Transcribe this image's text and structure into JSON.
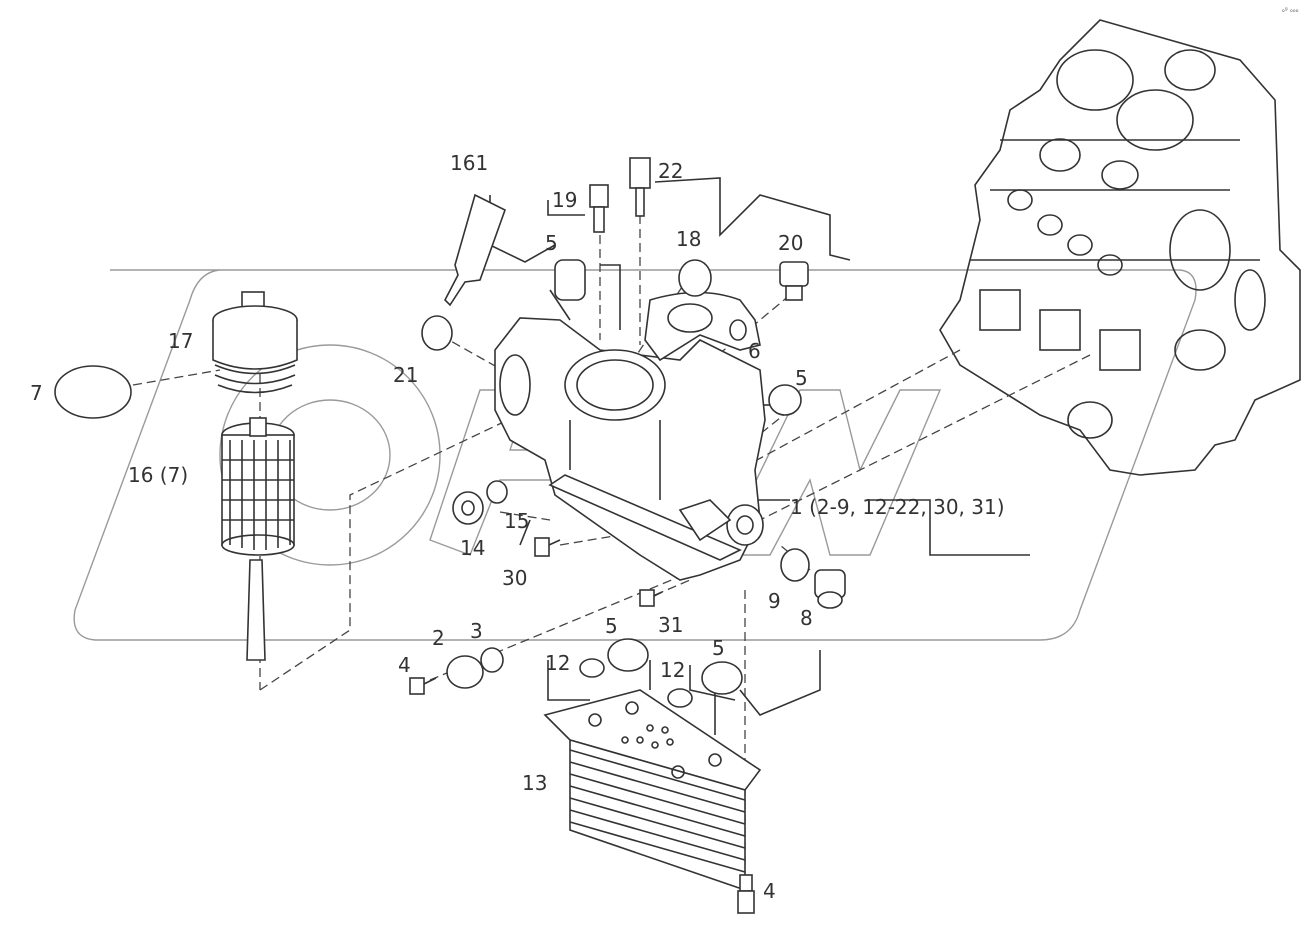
{
  "diagram": {
    "corner_mark": "ₒᵍ ₒₒₒ",
    "labels": {
      "l161": "161",
      "l22": "22",
      "l19": "19",
      "l5a": "5",
      "l18": "18",
      "l20": "20",
      "l17": "17",
      "l6": "6",
      "l7": "7",
      "l21": "21",
      "l5b": "5",
      "l16": "16 (7)",
      "l1": "1 (2-9, 12-22, 30, 31)",
      "l15": "15",
      "l14": "14",
      "l30": "30",
      "l9": "9",
      "l8": "8",
      "l2": "2",
      "l3": "3",
      "l5c": "5",
      "l31": "31",
      "l4a": "4",
      "l12a": "12",
      "l12b": "12",
      "l5d": "5",
      "l13": "13",
      "l4b": "4"
    }
  }
}
